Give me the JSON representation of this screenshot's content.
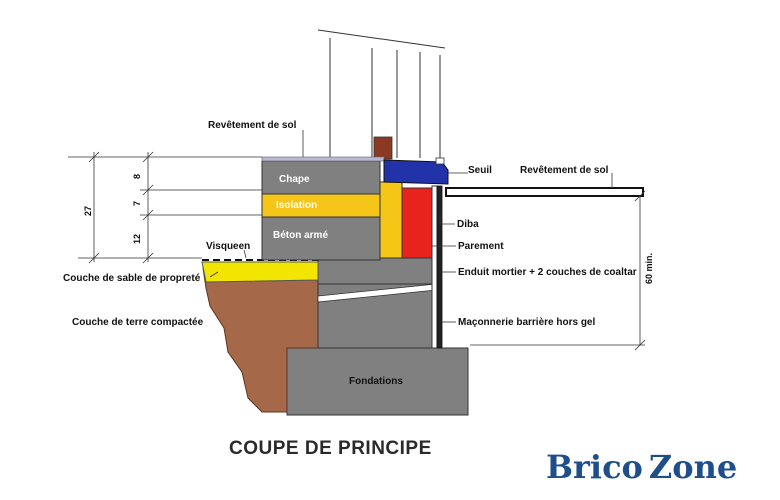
{
  "labels": {
    "revetement_top": "Revêtement de sol",
    "seuil": "Seuil",
    "revetement_right": "Revêtement de sol",
    "chape": "Chape",
    "isolation": "Isolation",
    "beton": "Béton armé",
    "diba": "Diba",
    "visqueen": "Visqueen",
    "parement": "Parement",
    "sable": "Couche de sable de propreté",
    "enduit": "Enduit mortier + 2 couches de coaltar",
    "terre": "Couche de terre compactée",
    "maconnerie": "Maçonnerie barrière hors gel",
    "fondations": "Fondations"
  },
  "dimensions": {
    "total": "27",
    "chape": "8",
    "isolation": "7",
    "beton": "12",
    "height_min": "60 min."
  },
  "caption": "COUPE DE PRINCIPE",
  "logo": {
    "part1": "Brico",
    "part2": "Zone"
  },
  "colors": {
    "grey_block": "#808080",
    "insulation": "#f5c518",
    "diba": "#e8221c",
    "seuil": "#2233aa",
    "earth": "#a5694a",
    "sand": "#f2e600",
    "logo": "#1f4f8a"
  }
}
